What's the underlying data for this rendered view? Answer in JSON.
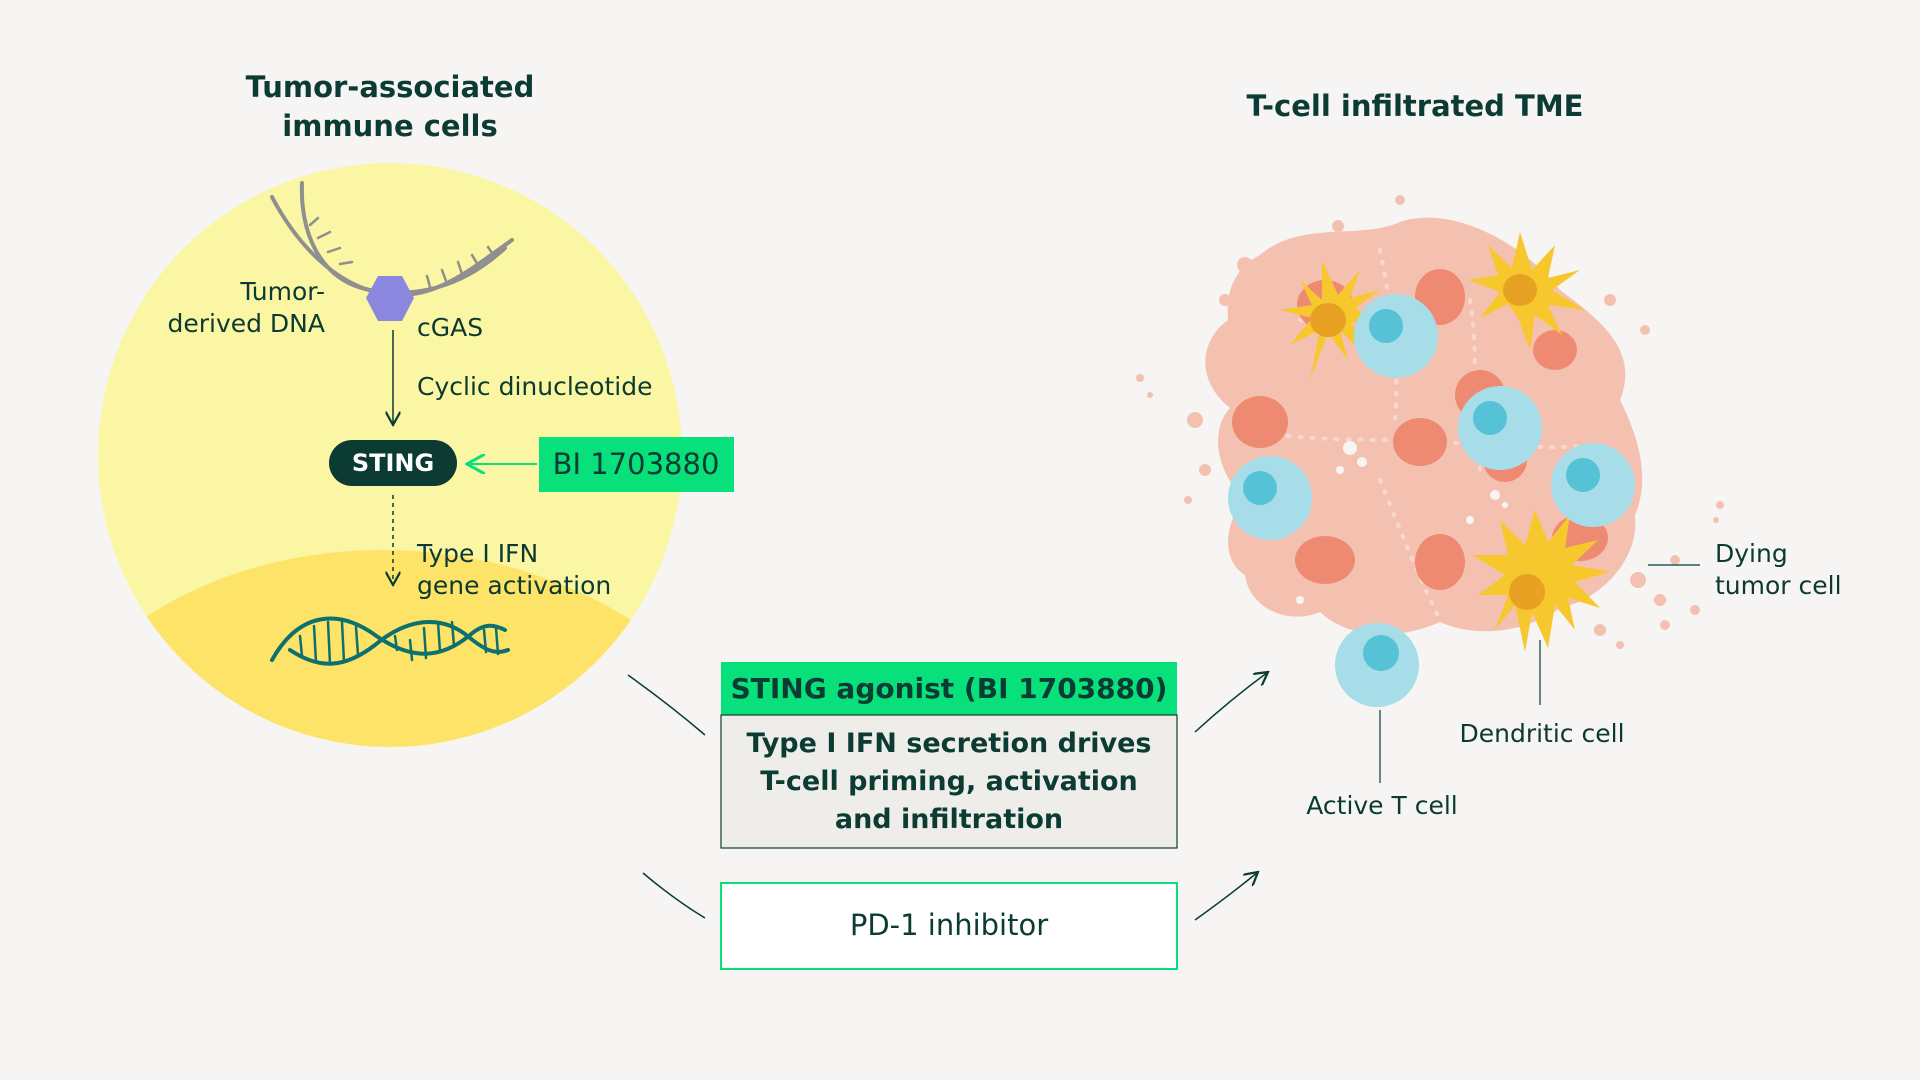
{
  "left_title": [
    "Tumor-associated",
    "immune cells"
  ],
  "right_title": "T-cell infiltrated TME",
  "labels": {
    "tumor_dna": [
      "Tumor-",
      "derived DNA"
    ],
    "cgas": "cGAS",
    "cyclic": "Cyclic dinucleotide",
    "sting": "STING",
    "bi_box": "BI 1703880",
    "ifn_activation": [
      "Type I IFN",
      "gene activation"
    ]
  },
  "center": {
    "agonist": "STING agonist (BI 1703880)",
    "secretion": [
      "Type I IFN secretion drives",
      "T-cell priming, activation",
      "and infiltration"
    ],
    "pd1": "PD-1 inhibitor"
  },
  "tme_labels": {
    "dying": [
      "Dying",
      "tumor cell"
    ],
    "dendritic": "Dendritic cell",
    "t_cell": "Active T cell"
  },
  "colors": {
    "dark_green": "#0b3b32",
    "bright_green": "#08e07c",
    "circle_yellow": "#fbf6a4",
    "inner_yellow": "#fde469",
    "tumor_pink": "#f4c1b0",
    "nucleus": "#ef8a72",
    "tcell": "#a6dde8",
    "tcell_nucleus": "#55c2d6",
    "dendritic": "#f7c72e",
    "dendritic_nucleus": "#e7a123",
    "sting_hex": "#8b87df"
  }
}
